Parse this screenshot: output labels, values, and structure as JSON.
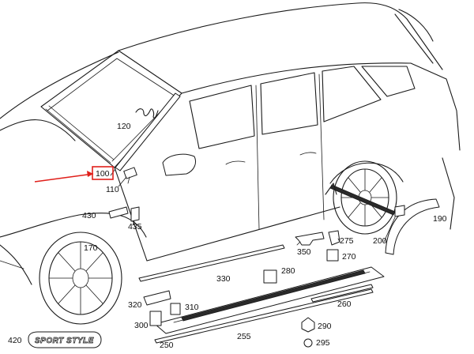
{
  "labels": {
    "l100": "100",
    "l110": "110",
    "l120": "120",
    "l170": "170",
    "l190": "190",
    "l200": "200",
    "l250": "250",
    "l255": "255",
    "l260": "260",
    "l270": "270",
    "l275": "275",
    "l280": "280",
    "l290": "290",
    "l295": "295",
    "l300": "300",
    "l310": "310",
    "l320": "320",
    "l330": "330",
    "l350": "350",
    "l420": "420",
    "l430": "430",
    "l435": "435"
  },
  "badge_text": "SPORT STYLE",
  "colors": {
    "highlight": "#e0201b",
    "line": "#1a1a1a"
  }
}
